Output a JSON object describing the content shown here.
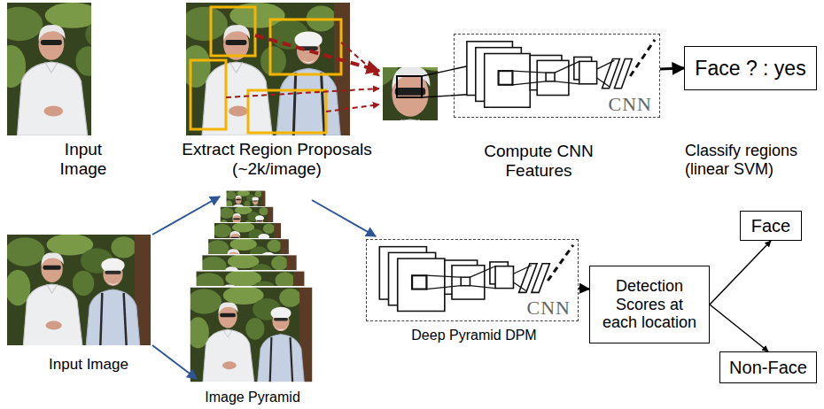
{
  "diagram": {
    "nodes": [
      {
        "text": [
          "CNN"
        ]
      },
      {
        "text": [
          "Face ? : yes"
        ]
      },
      {
        "text": [
          "CNN"
        ]
      },
      {
        "text": [
          "Detection Scores at each location"
        ]
      },
      {
        "text": [
          "Face"
        ]
      },
      {
        "text": [
          "Non-Face"
        ]
      }
    ],
    "edges": [
      {
        "from": 0,
        "to": 1,
        "arrow": "to"
      },
      {
        "from": 2,
        "to": 3,
        "arrow": "to"
      },
      {
        "from": 3,
        "to": 4,
        "arrow": "to"
      },
      {
        "from": 3,
        "to": 5,
        "arrow": "to"
      }
    ],
    "labels": [
      "Input Image",
      "Extract Region Proposals (~2k/image)",
      "Compute CNN Features",
      "Classify regions (linear SVM)",
      "Input Image",
      "Image Pyramid",
      "Deep Pyramid DPM"
    ]
  }
}
